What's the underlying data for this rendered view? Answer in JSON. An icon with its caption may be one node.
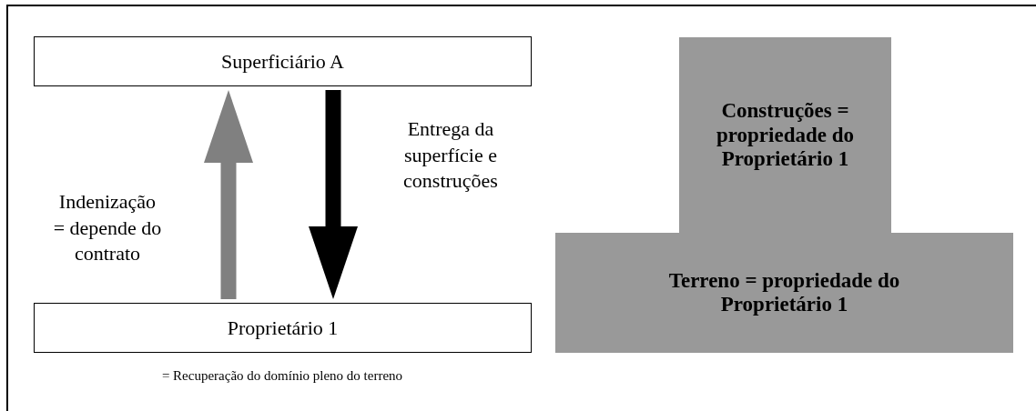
{
  "diagram": {
    "nodes": [
      {
        "text": [
          "Superficiário A"
        ]
      },
      {
        "text": [
          "Proprietário 1"
        ],
        "beside": [
          "= Recuperação do domínio pleno do terreno"
        ]
      },
      {
        "text": [
          "Construções = propriedade do Proprietário 1"
        ]
      },
      {
        "text": [
          "Terreno = propriedade do Proprietário 1"
        ]
      }
    ],
    "edges": [
      {
        "from": 1,
        "to": 0,
        "arrow": "to",
        "label": "Indenização = depende do contrato",
        "color": "#808080"
      },
      {
        "from": 0,
        "to": 1,
        "arrow": "to",
        "label": "Entrega da superfície e construções",
        "color": "#000000"
      }
    ]
  }
}
